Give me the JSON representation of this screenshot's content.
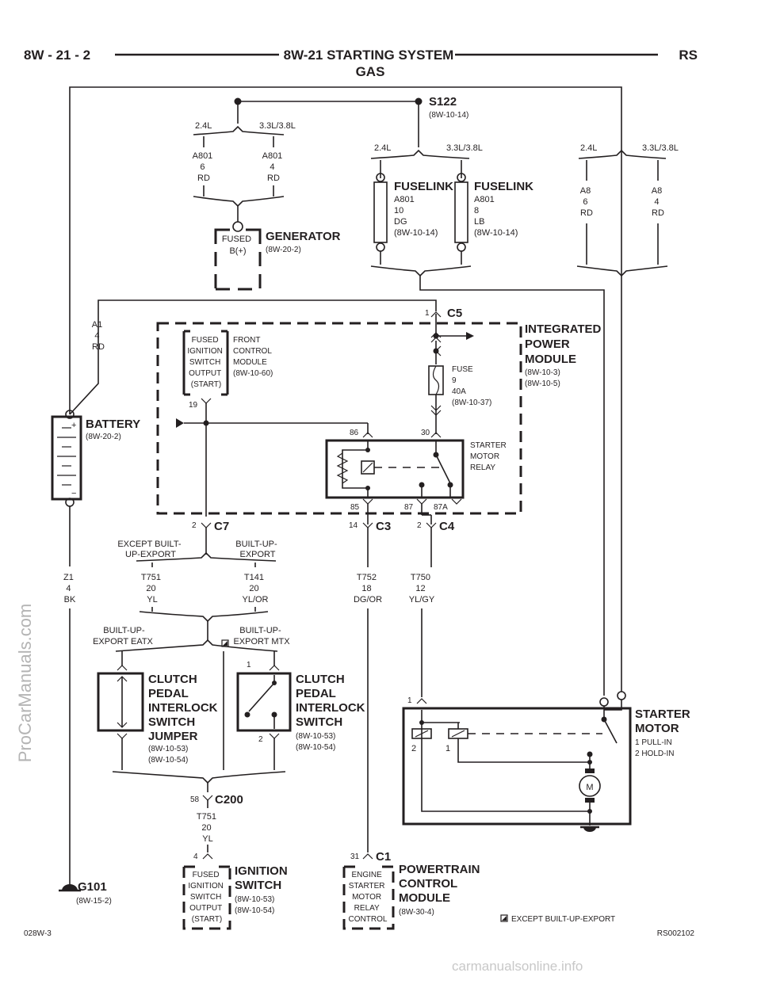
{
  "header": {
    "page_code": "8W - 21 - 2",
    "title": "8W-21 STARTING SYSTEM",
    "subtitle": "GAS",
    "section": "RS"
  },
  "splice_s122": {
    "name": "S122",
    "ref": "(8W-10-14)"
  },
  "engine_options": {
    "left": "2.4L",
    "right": "3.3L/3.8L"
  },
  "generator_branch": {
    "wire_left": [
      "A801",
      "6",
      "RD"
    ],
    "wire_right": [
      "A801",
      "4",
      "RD"
    ],
    "connector_lines": [
      "FUSED",
      "B(+)"
    ],
    "component": "GENERATOR",
    "ref": "(8W-20-2)"
  },
  "fuselinks": [
    {
      "title": "FUSELINK",
      "lines": [
        "A801",
        "10",
        "DG",
        "(8W-10-14)"
      ]
    },
    {
      "title": "FUSELINK",
      "lines": [
        "A801",
        "8",
        "LB",
        "(8W-10-14)"
      ]
    }
  ],
  "right_branch": {
    "wire_left": [
      "A8",
      "6",
      "RD"
    ],
    "wire_right": [
      "A8",
      "4",
      "RD"
    ]
  },
  "battery_wire": [
    "A1",
    "4",
    "RD"
  ],
  "battery": {
    "name": "BATTERY",
    "ref": "(8W-20-2)",
    "plus": "+",
    "minus": "−"
  },
  "ground_wire": [
    "Z1",
    "4",
    "BK"
  ],
  "ground": {
    "name": "G101",
    "ref": "(8W-15-2)"
  },
  "ipm": {
    "title_lines": [
      "INTEGRATED",
      "POWER",
      "MODULE"
    ],
    "refs": [
      "(8W-10-3)",
      "(8W-10-5)"
    ],
    "connector_c5": "C5",
    "c5_pin": "1",
    "fcm_connector_lines": [
      "FUSED",
      "IGNITION",
      "SWITCH",
      "OUTPUT",
      "(START)"
    ],
    "fcm_lines": [
      "FRONT",
      "CONTROL",
      "MODULE",
      "(8W-10-60)"
    ],
    "fcm_pin": "19",
    "fuse_lines": [
      "FUSE",
      "9",
      "40A",
      "(8W-10-37)"
    ],
    "relay_lines": [
      "STARTER",
      "MOTOR",
      "RELAY"
    ],
    "relay_pins": {
      "p86": "86",
      "p30": "30",
      "p85": "85",
      "p87": "87",
      "p87a": "87A"
    },
    "connectors": [
      {
        "pin": "2",
        "name": "C7"
      },
      {
        "pin": "14",
        "name": "C3"
      },
      {
        "pin": "2",
        "name": "C4"
      }
    ]
  },
  "c7_options": {
    "left": [
      "EXCEPT BUILT-",
      "UP-EXPORT"
    ],
    "right": [
      "BUILT-UP-",
      "EXPORT"
    ]
  },
  "wire_t751_top": [
    "T751",
    "20",
    "YL"
  ],
  "wire_t141": [
    "T141",
    "20",
    "YL/OR"
  ],
  "wire_t752": [
    "T752",
    "18",
    "DG/OR"
  ],
  "wire_t750": [
    "T750",
    "12",
    "YL/GY"
  ],
  "clutch_options": {
    "left": [
      "BUILT-UP-",
      "EXPORT EATX"
    ],
    "right": [
      "BUILT-UP-",
      "EXPORT MTX"
    ]
  },
  "clutch_jumper": {
    "title_lines": [
      "CLUTCH",
      "PEDAL",
      "INTERLOCK",
      "SWITCH",
      "JUMPER"
    ],
    "refs": [
      "(8W-10-53)",
      "(8W-10-54)"
    ]
  },
  "clutch_switch": {
    "title_lines": [
      "CLUTCH",
      "PEDAL",
      "INTERLOCK",
      "SWITCH"
    ],
    "refs": [
      "(8W-10-53)",
      "(8W-10-54)"
    ],
    "pin_top": "1",
    "pin_bottom": "2"
  },
  "c200": {
    "pin": "58",
    "name": "C200"
  },
  "wire_t751_bottom": [
    "T751",
    "20",
    "YL"
  ],
  "ignition_switch": {
    "pin": "4",
    "connector_lines": [
      "FUSED",
      "IGNITION",
      "SWITCH",
      "OUTPUT",
      "(START)"
    ],
    "title_lines": [
      "IGNITION",
      "SWITCH"
    ],
    "refs": [
      "(8W-10-53)",
      "(8W-10-54)"
    ]
  },
  "pcm": {
    "pin": "31",
    "connector": "C1",
    "connector_lines": [
      "ENGINE",
      "STARTER",
      "MOTOR",
      "RELAY",
      "CONTROL"
    ],
    "title_lines": [
      "POWERTRAIN",
      "CONTROL",
      "MODULE"
    ],
    "ref": "(8W-30-4)"
  },
  "starter_motor": {
    "title_lines": [
      "STARTER",
      "MOTOR"
    ],
    "notes": [
      "1 PULL-IN",
      "2 HOLD-IN"
    ],
    "pin_top": "1",
    "coil_labels": [
      "2",
      "1"
    ],
    "motor_symbol": "M"
  },
  "legend_note": "EXCEPT BUILT-UP-EXPORT",
  "footer": {
    "left": "028W-3",
    "right": "RS002102"
  },
  "watermarks": {
    "vertical": "ProCarManuals.com",
    "bottom": "carmanualsonline.info"
  }
}
